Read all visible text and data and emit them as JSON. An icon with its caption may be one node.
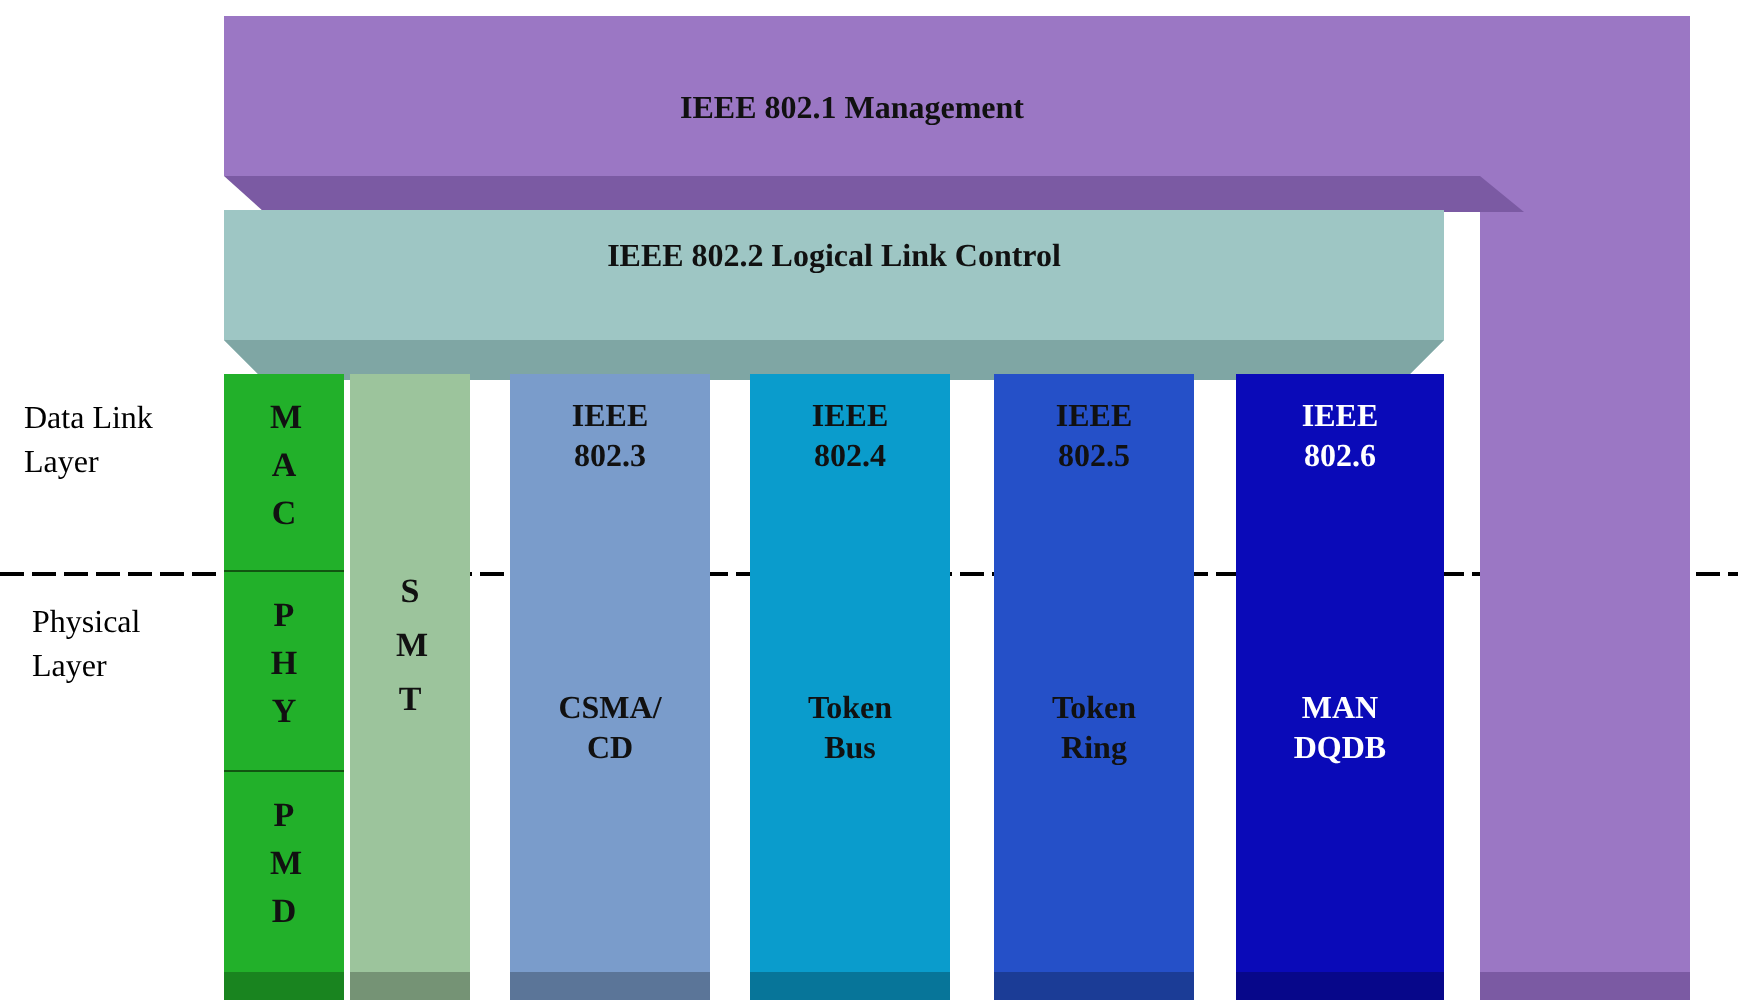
{
  "diagram": {
    "nodes": [
      {
        "text": [
          "IEEE 802.1 Management"
        ]
      },
      {
        "text": [
          "IEEE 802.2 Logical Link Control"
        ]
      },
      {
        "text": [
          "MAC"
        ]
      },
      {
        "text": [
          "PHY"
        ]
      },
      {
        "text": [
          "PMD"
        ]
      },
      {
        "text": [
          "SMT"
        ]
      },
      {
        "text": [
          "IEEE 802.3",
          "CSMA/ CD"
        ]
      },
      {
        "text": [
          "IEEE 802.4",
          "Token Bus"
        ]
      },
      {
        "text": [
          "IEEE 802.5",
          "Token Ring"
        ]
      },
      {
        "text": [
          "IEEE 802.6",
          "MAN DQDB"
        ]
      }
    ],
    "labels": [
      "Data Link Layer",
      "Physical Layer"
    ]
  }
}
